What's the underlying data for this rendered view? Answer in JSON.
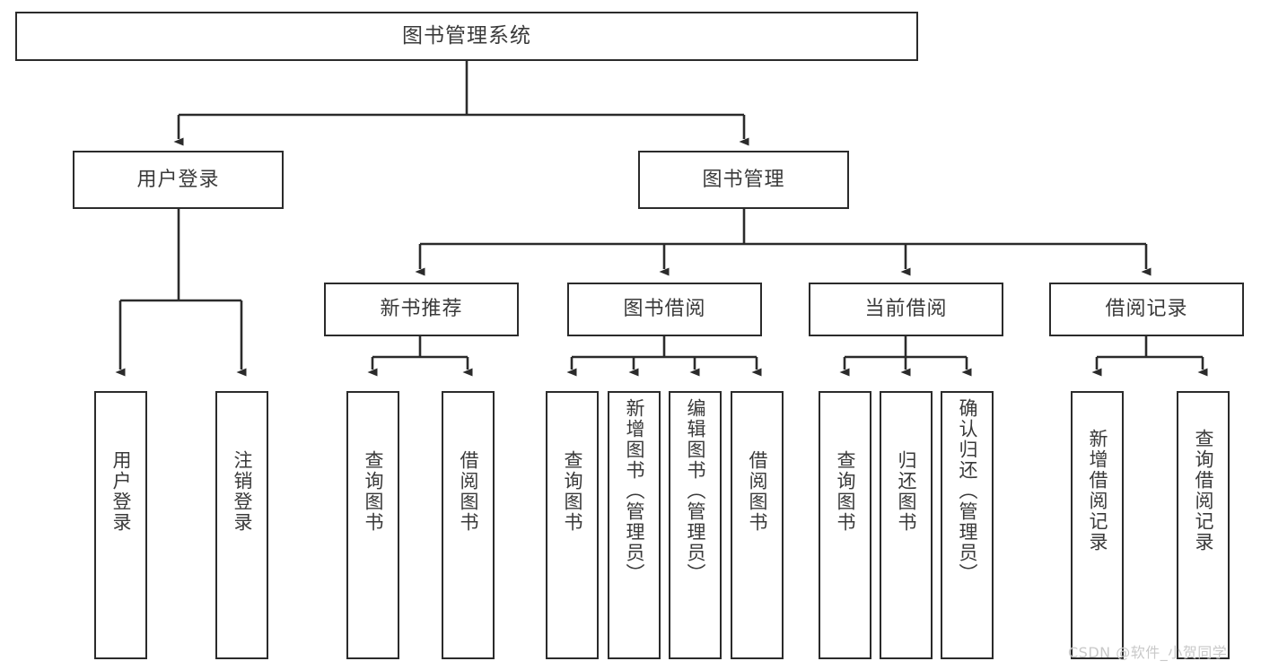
{
  "diagram": {
    "title": "图书管理系统",
    "type": "functional-decomposition-tree",
    "watermark": "CSDN @软件_小贺同学",
    "colors": {
      "stroke": "#2b2b2b",
      "fill": "#ffffff",
      "text": "#3a3a3a",
      "watermark": "#c9c9c9"
    },
    "levels": {
      "root": {
        "label": "图书管理系统"
      },
      "level2": [
        {
          "label": "用户登录"
        },
        {
          "label": "图书管理"
        }
      ],
      "level3": [
        {
          "label": "新书推荐"
        },
        {
          "label": "图书借阅"
        },
        {
          "label": "当前借阅"
        },
        {
          "label": "借阅记录"
        }
      ],
      "leaves": {
        "user_login": [
          {
            "label": "用户登录"
          },
          {
            "label": "注销登录"
          }
        ],
        "new_book_recommend": [
          {
            "label": "查询图书"
          },
          {
            "label": "借阅图书"
          }
        ],
        "book_borrow": [
          {
            "label": "查询图书"
          },
          {
            "label": "新增图书（管理员）"
          },
          {
            "label": "编辑图书（管理员）"
          },
          {
            "label": "借阅图书"
          }
        ],
        "current_borrow": [
          {
            "label": "查询图书"
          },
          {
            "label": "归还图书"
          },
          {
            "label": "确认归还（管理员）"
          }
        ],
        "borrow_record": [
          {
            "label": "新增借阅记录"
          },
          {
            "label": "查询借阅记录"
          }
        ]
      }
    }
  }
}
